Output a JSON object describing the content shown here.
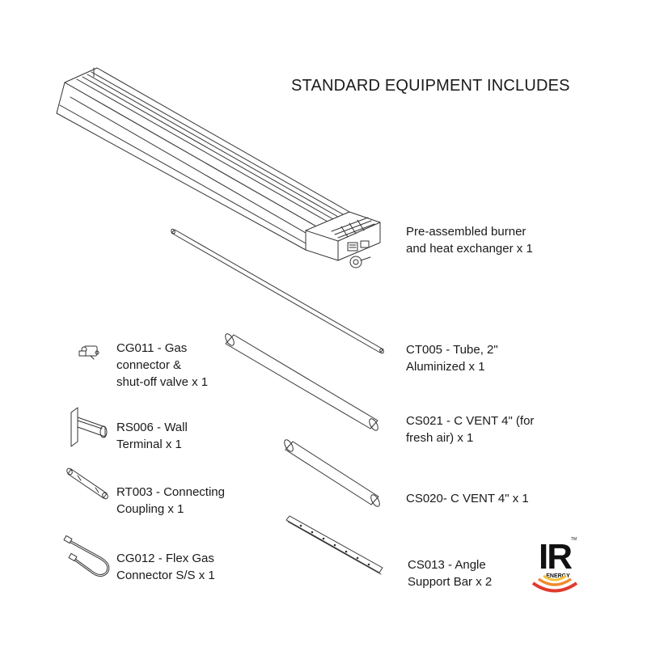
{
  "heading": "STANDARD EQUIPMENT INCLUDES",
  "items": {
    "burner": "Pre-assembled burner\nand heat exchanger x 1",
    "ct005": "CT005 - Tube,  2\"\nAluminized x 1",
    "cs021": "CS021 - C VENT 4\" (for\nfresh air)  x 1",
    "cs020": "CS020- C VENT 4\"  x 1",
    "cs013": "CS013 - Angle\nSupport Bar x 2",
    "cg011": "CG011 - Gas\nconnector &\nshut-off valve  x 1",
    "rs006": "RS006 - Wall\nTerminal  x 1",
    "rt003": "RT003 - Connecting\nCoupling  x 1",
    "cg012": "CG012 - Flex Gas\nConnector S/S  x 1"
  },
  "logo": {
    "letters": "IR",
    "sub": "ENERGY",
    "tm": "TM",
    "colors": {
      "ink": "#111111",
      "red": "#e03a2e",
      "orange": "#f08a2b",
      "yellow": "#f6c23a"
    }
  }
}
